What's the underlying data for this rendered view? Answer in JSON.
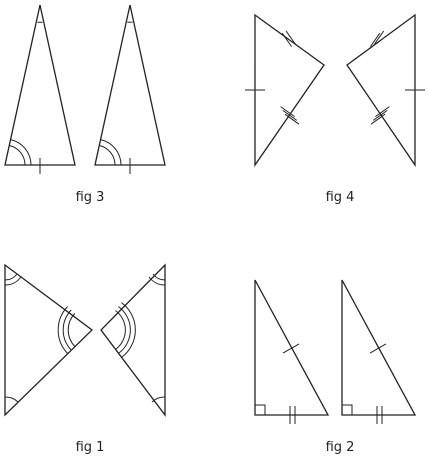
{
  "figures": {
    "fig3": {
      "label": "fig 3"
    },
    "fig4": {
      "label": "fig 4"
    },
    "fig1": {
      "label": "fig 1"
    },
    "fig2": {
      "label": "fig 2"
    }
  },
  "colors": {
    "stroke": "#222222",
    "background": "#ffffff"
  }
}
